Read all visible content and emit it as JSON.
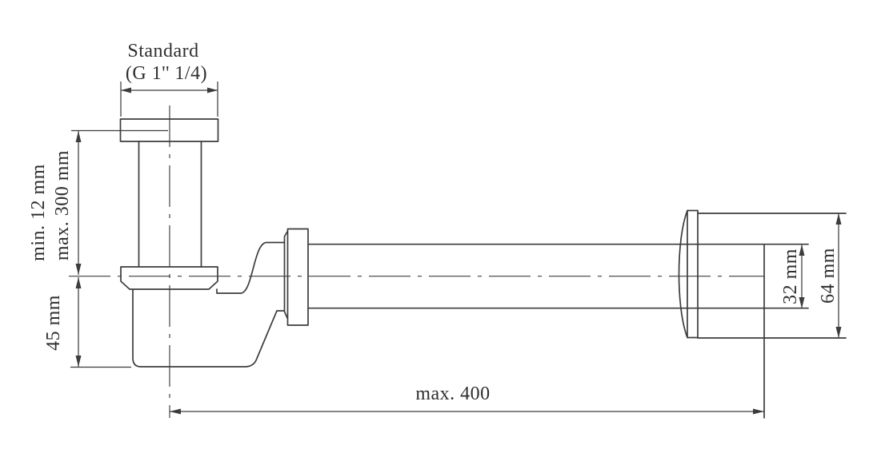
{
  "labels": {
    "standard": "Standard",
    "thread": "(G 1'' 1/4)",
    "min_inlet": "min. 12 mm",
    "max_inlet": "max. 300 mm",
    "cup_height": "45 mm",
    "max_length": "max. 400",
    "pipe_diameter": "32 mm",
    "sleeve_diameter": "64 mm"
  },
  "colors": {
    "line": "#3c3c3c",
    "text": "#2e2e2e",
    "background": "#ffffff"
  }
}
